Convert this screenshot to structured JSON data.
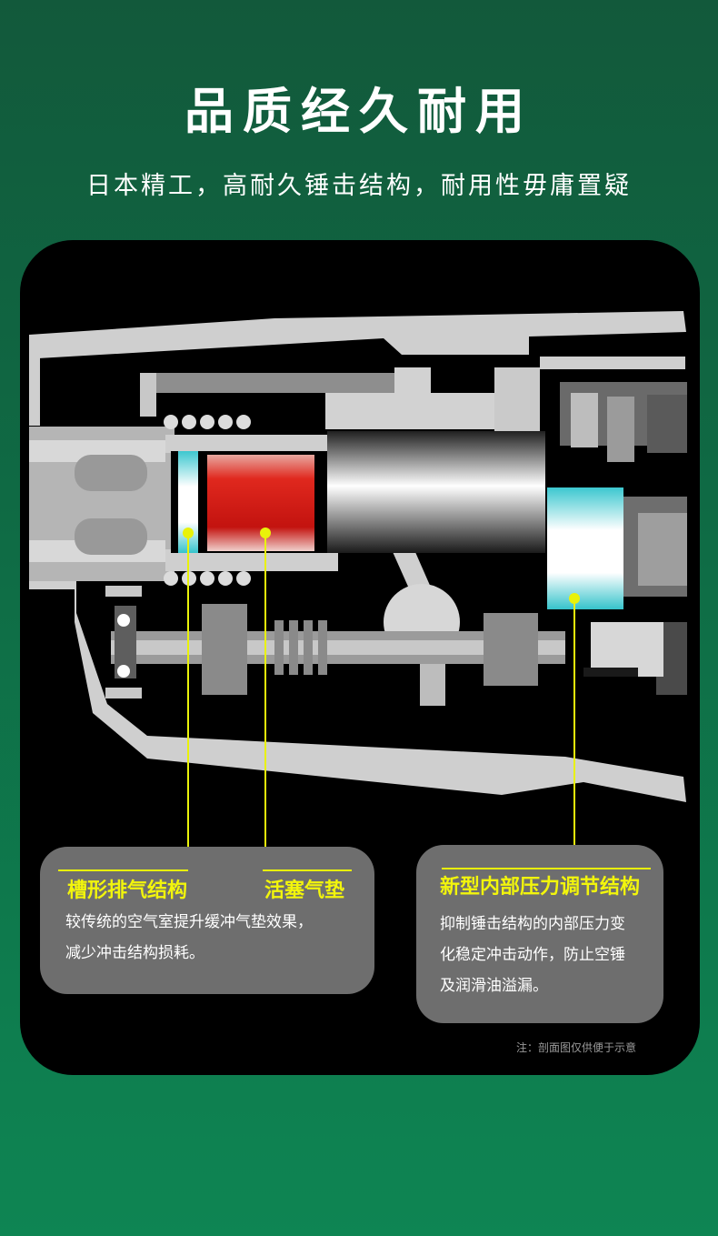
{
  "header": {
    "title": "品质经久耐用",
    "subtitle": "日本精工，高耐久锤击结构，耐用性毋庸置疑"
  },
  "callouts": {
    "left": {
      "label1": "槽形排气结构",
      "label2": "活塞气垫",
      "line1": "较传统的空气室提升缓冲气垫效果，",
      "line2": "减少冲击结构损耗。"
    },
    "right": {
      "label": "新型内部压力调节结构",
      "line1": "抑制锤击结构的内部压力变",
      "line2": "化稳定冲击动作，防止空锤",
      "line3": "及润滑油溢漏。"
    }
  },
  "note": "注：剖面图仅供便于示意",
  "colors": {
    "accent_yellow": "#e9f20a",
    "background_green": "#0e8553",
    "panel": "#000000",
    "callout_box": "#6e6e6e"
  }
}
